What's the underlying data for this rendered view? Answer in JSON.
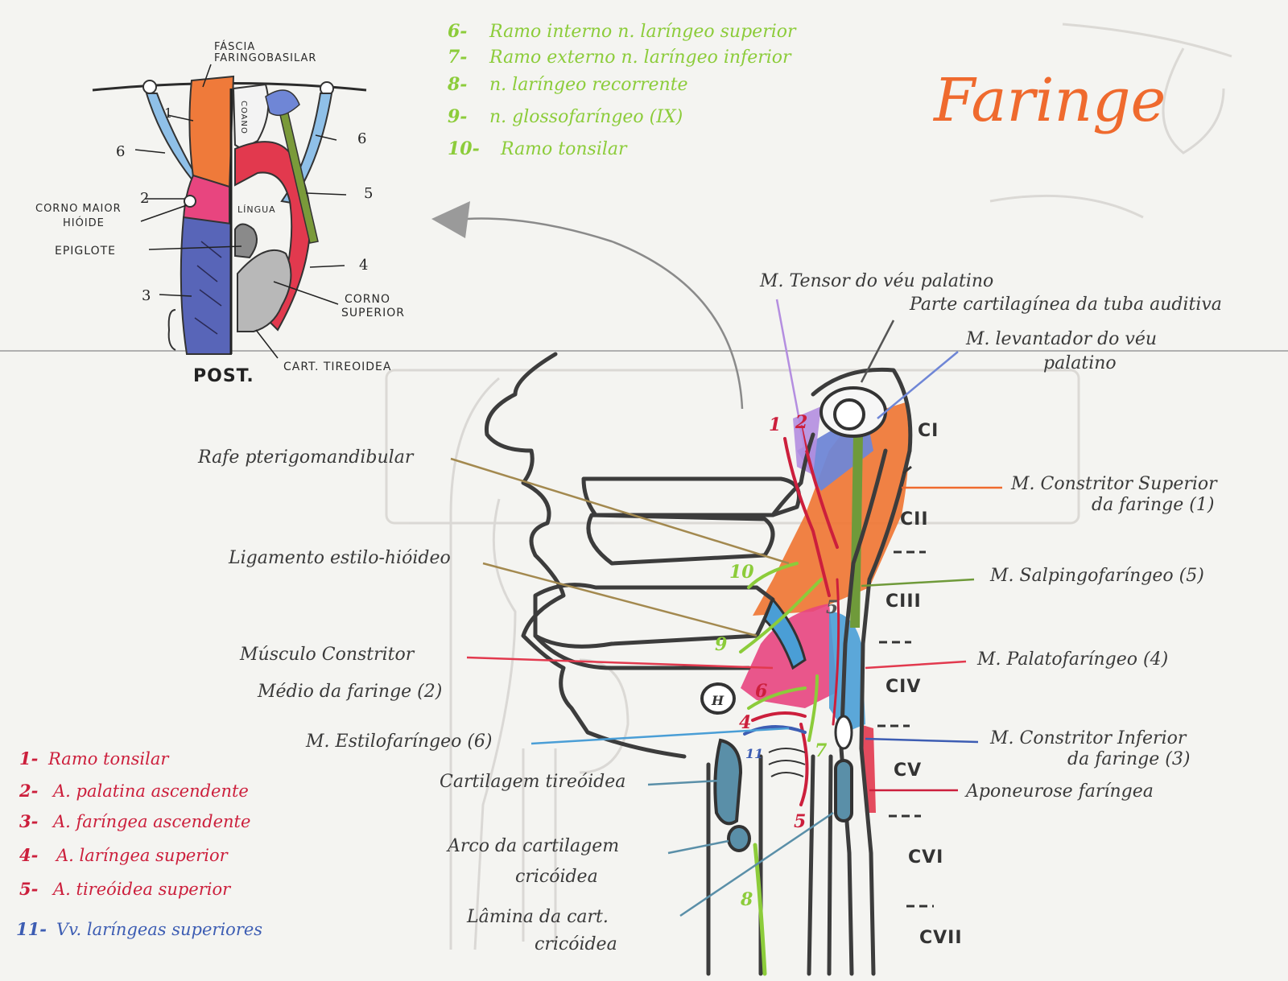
{
  "title": "Faringe",
  "legend_green": [
    {
      "num": "6-",
      "text": "Ramo interno n. laríngeo superior"
    },
    {
      "num": "7-",
      "text": "Ramo externo n. laríngeo inferior"
    },
    {
      "num": "8-",
      "text": "n. laríngeo recorrente"
    },
    {
      "num": "9-",
      "text": "n. glossofaríngeo (IX)"
    },
    {
      "num": "10-",
      "text": "Ramo tonsilar"
    }
  ],
  "legend_red": [
    {
      "num": "1-",
      "text": "Ramo tonsilar"
    },
    {
      "num": "2-",
      "text": "A. palatina ascendente"
    },
    {
      "num": "3-",
      "text": "A. faríngea ascendente"
    },
    {
      "num": "4-",
      "text": "A. laríngea superior"
    },
    {
      "num": "5-",
      "text": "A. tireóidea superior"
    }
  ],
  "legend_blue": {
    "num": "11-",
    "text": "Vv. laríngeas superiores"
  },
  "inset": {
    "fascia_line1": "FÁSCIA",
    "fascia_line2": "FARINGOBASILAR",
    "coano": "COANO",
    "lingua": "LÍNGUA",
    "corno_maior_1": "CORNO MAIOR",
    "corno_maior_2": "HIÓIDE",
    "epiglote": "EPIGLOTE",
    "corno_superior_1": "CORNO",
    "corno_superior_2": "SUPERIOR",
    "cart_tireoidea": "CART. TIREOIDEA",
    "post": "POST.",
    "n1": "1",
    "n2": "2",
    "n3": "3",
    "n4": "4",
    "n5": "5",
    "n6a": "6",
    "n6b": "6"
  },
  "labels_right": {
    "tensor": "M. Tensor do véu palatino",
    "tuba": "Parte cartilagínea da tuba auditiva",
    "levantador_1": "M. levantador do véu",
    "levantador_2": "palatino",
    "constritor_sup_1": "M. Constritor Superior",
    "constritor_sup_2": "da faringe (1)",
    "salpingo": "M. Salpingofaríngeo (5)",
    "palato": "M. Palatofaríngeo (4)",
    "constritor_inf_1": "M. Constritor Inferior",
    "constritor_inf_2": "da faringe (3)",
    "aponeurose": "Aponeurose faríngea"
  },
  "labels_left": {
    "rafe": "Rafe pterigomandibular",
    "ligamento": "Ligamento estilo-hióideo",
    "medio_1": "Músculo Constritor",
    "medio_2": "Médio da faringe (2)",
    "estilo": "M. Estilofaríngeo (6)",
    "cart_tir": "Cartilagem tireóidea",
    "arco_1": "Arco da cartilagem",
    "arco_2": "cricóidea",
    "lamina_1": "Lâmina da cart.",
    "lamina_2": "cricóidea"
  },
  "vertebrae": [
    "CI",
    "CII",
    "CIII",
    "CIV",
    "CV",
    "CVI",
    "CVII"
  ],
  "diagram_marks": {
    "r1": "1",
    "r2": "2",
    "r4": "4",
    "r5": "5",
    "r5m": "5",
    "r6": "6",
    "g7": "7",
    "g8": "8",
    "g9": "9",
    "g10": "10",
    "b11": "11",
    "h": "H"
  },
  "colors": {
    "green": "#8ccc3a",
    "red": "#cc1f3c",
    "blue": "#3d5db3",
    "orange": "#ef6a2e",
    "ink": "#3c3c3c"
  }
}
